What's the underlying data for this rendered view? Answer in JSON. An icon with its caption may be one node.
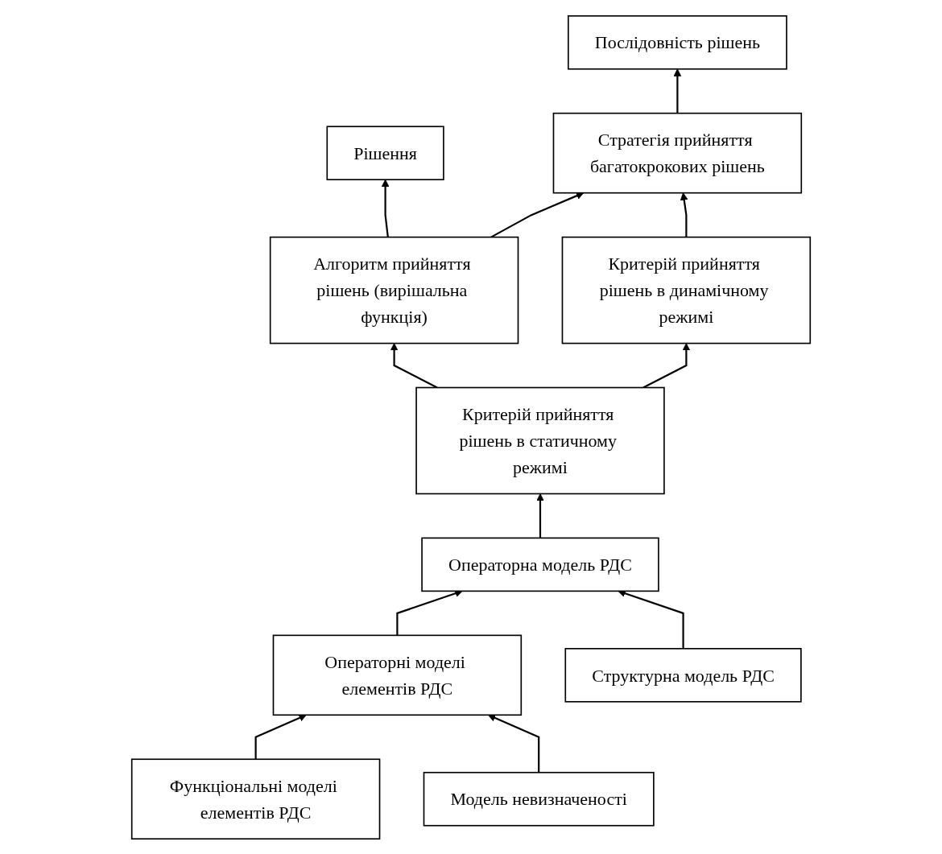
{
  "diagram": {
    "nodes": [
      {
        "text": [
          "Послідовність рішень"
        ]
      },
      {
        "text": [
          "Рішення"
        ]
      },
      {
        "text": [
          "Критерій прийняття рішень в динамічному режимі"
        ]
      },
      {
        "text": [
          "Стратегія прийняття багатокрокових рішень"
        ]
      },
      {
        "text": [
          "Критерій прийняття рішень в статичному режимі"
        ]
      },
      {
        "text": [
          "Алгоритм прийняття рішень (вирішальна функція)"
        ]
      },
      {
        "text": [
          "Операторна модель РДС"
        ]
      },
      {
        "text": [
          "Структурна модель РДС"
        ]
      },
      {
        "text": [
          "Операторні моделі елементів РДС"
        ]
      },
      {
        "text": [
          "Модель невизначеності"
        ]
      },
      {
        "text": [
          "Функціональні моделі елементів РДС"
        ]
      }
    ],
    "edges": [
      {
        "from": 3,
        "to": 0,
        "arrow": "to"
      },
      {
        "from": 5,
        "to": 1,
        "arrow": "to"
      },
      {
        "from": 2,
        "to": 3,
        "arrow": "to"
      },
      {
        "from": 4,
        "to": 2,
        "arrow": "to"
      },
      {
        "from": 5,
        "to": 3,
        "arrow": "to"
      },
      {
        "from": 4,
        "to": 5,
        "arrow": "to"
      },
      {
        "from": 6,
        "to": 4,
        "arrow": "to"
      },
      {
        "from": 7,
        "to": 6,
        "arrow": "to"
      },
      {
        "from": 8,
        "to": 6,
        "arrow": "to"
      },
      {
        "from": 9,
        "to": 8,
        "arrow": "to"
      },
      {
        "from": 10,
        "to": 8,
        "arrow": "to"
      }
    ]
  }
}
